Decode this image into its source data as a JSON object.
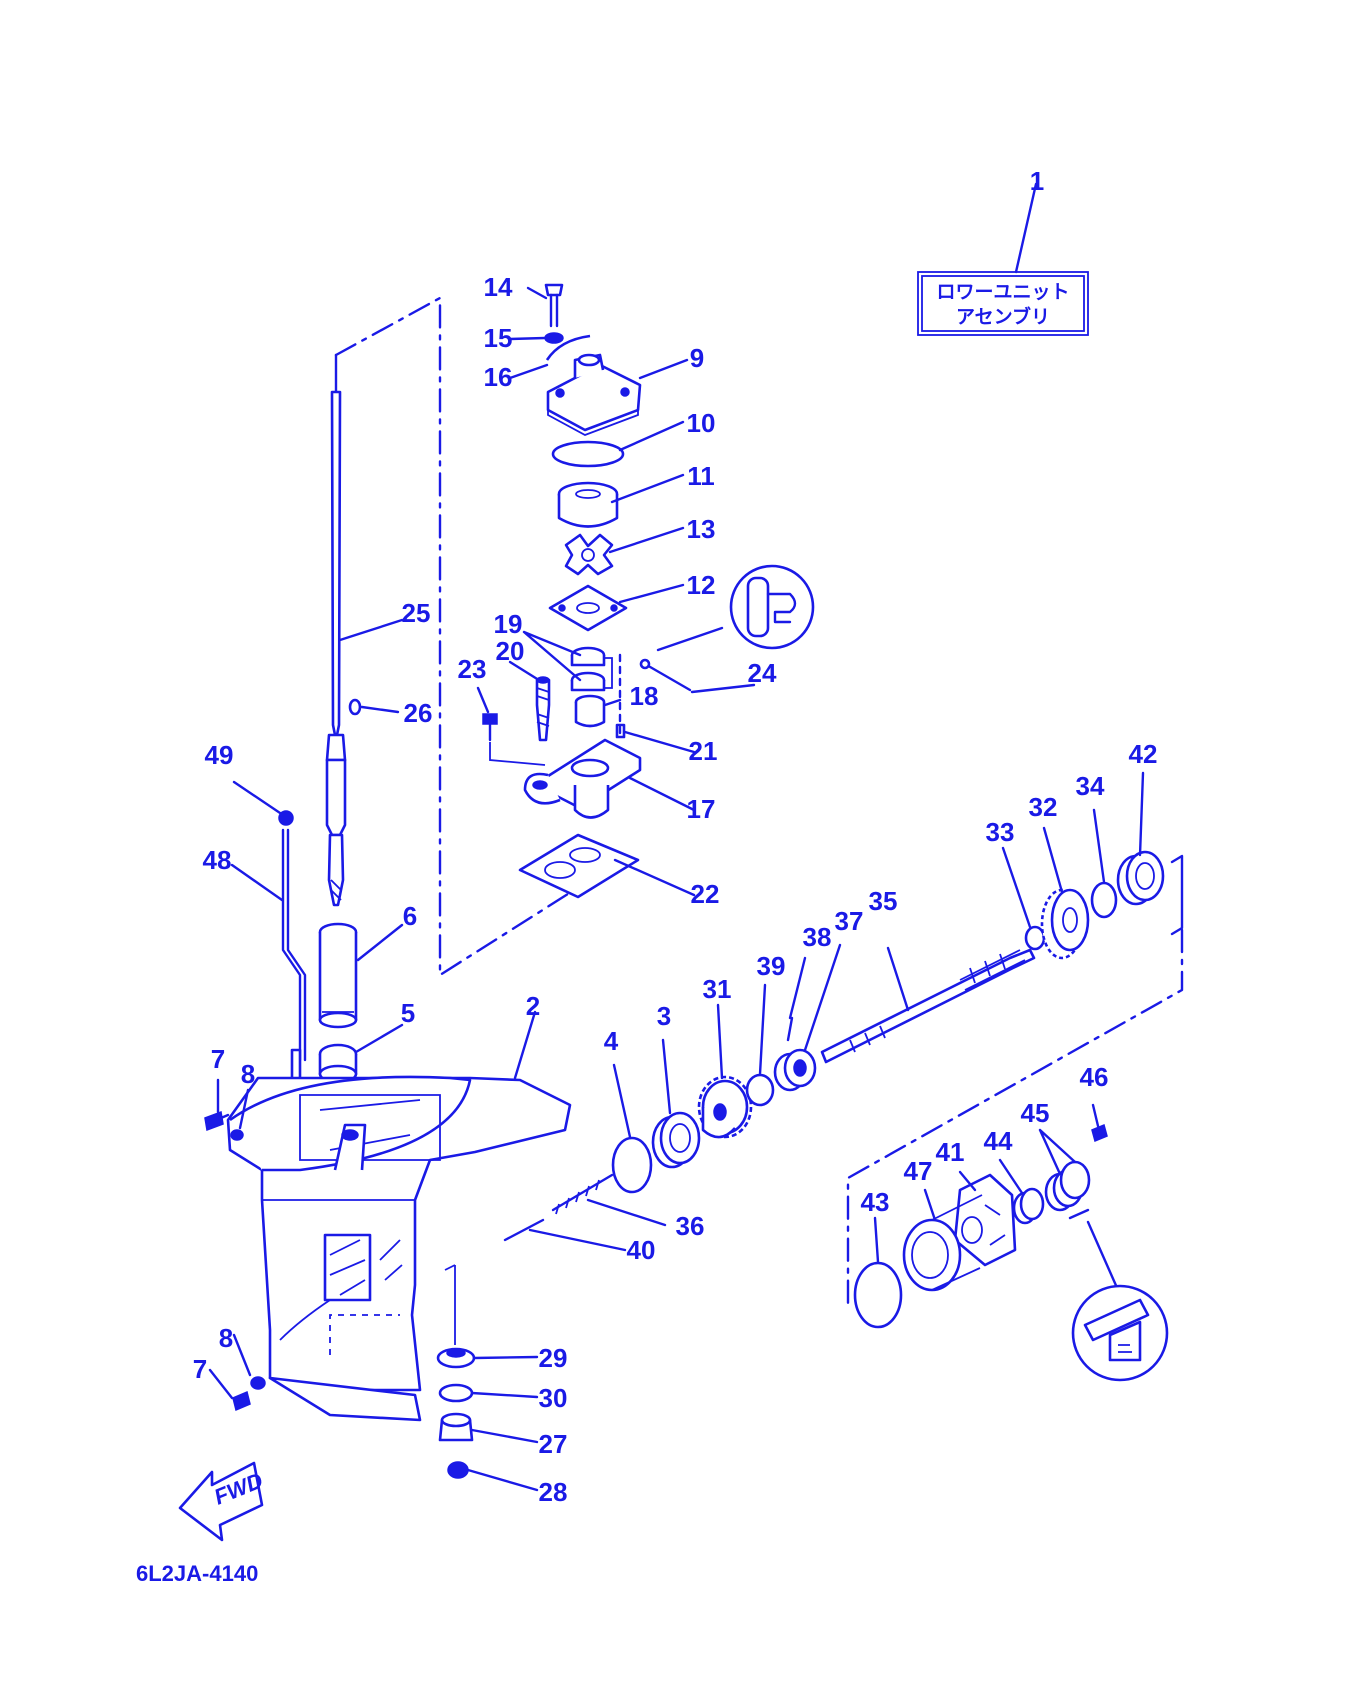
{
  "assembly_box": {
    "line1": "ロワーユニット",
    "line2": "アセンブリ"
  },
  "fwd_label": "FWD",
  "drawing_code": "6L2JA-4140",
  "colors": {
    "ink": "#1a1ae6",
    "background": "#ffffff"
  },
  "callouts": {
    "c1": "1",
    "c2": "2",
    "c3": "3",
    "c4": "4",
    "c5": "5",
    "c6": "6",
    "c7a": "7",
    "c7b": "7",
    "c8a": "8",
    "c8b": "8",
    "c9": "9",
    "c10": "10",
    "c11": "11",
    "c12": "12",
    "c13": "13",
    "c14": "14",
    "c15": "15",
    "c16": "16",
    "c17": "17",
    "c18": "18",
    "c19": "19",
    "c20": "20",
    "c21": "21",
    "c22": "22",
    "c23": "23",
    "c24": "24",
    "c25": "25",
    "c26": "26",
    "c27": "27",
    "c28": "28",
    "c29": "29",
    "c30": "30",
    "c31": "31",
    "c32": "32",
    "c33": "33",
    "c34": "34",
    "c35": "35",
    "c36": "36",
    "c37": "37",
    "c38": "38",
    "c39": "39",
    "c40": "40",
    "c41": "41",
    "c42": "42",
    "c43": "43",
    "c44": "44",
    "c45": "45",
    "c46": "46",
    "c47": "47",
    "c48": "48",
    "c49": "49"
  }
}
